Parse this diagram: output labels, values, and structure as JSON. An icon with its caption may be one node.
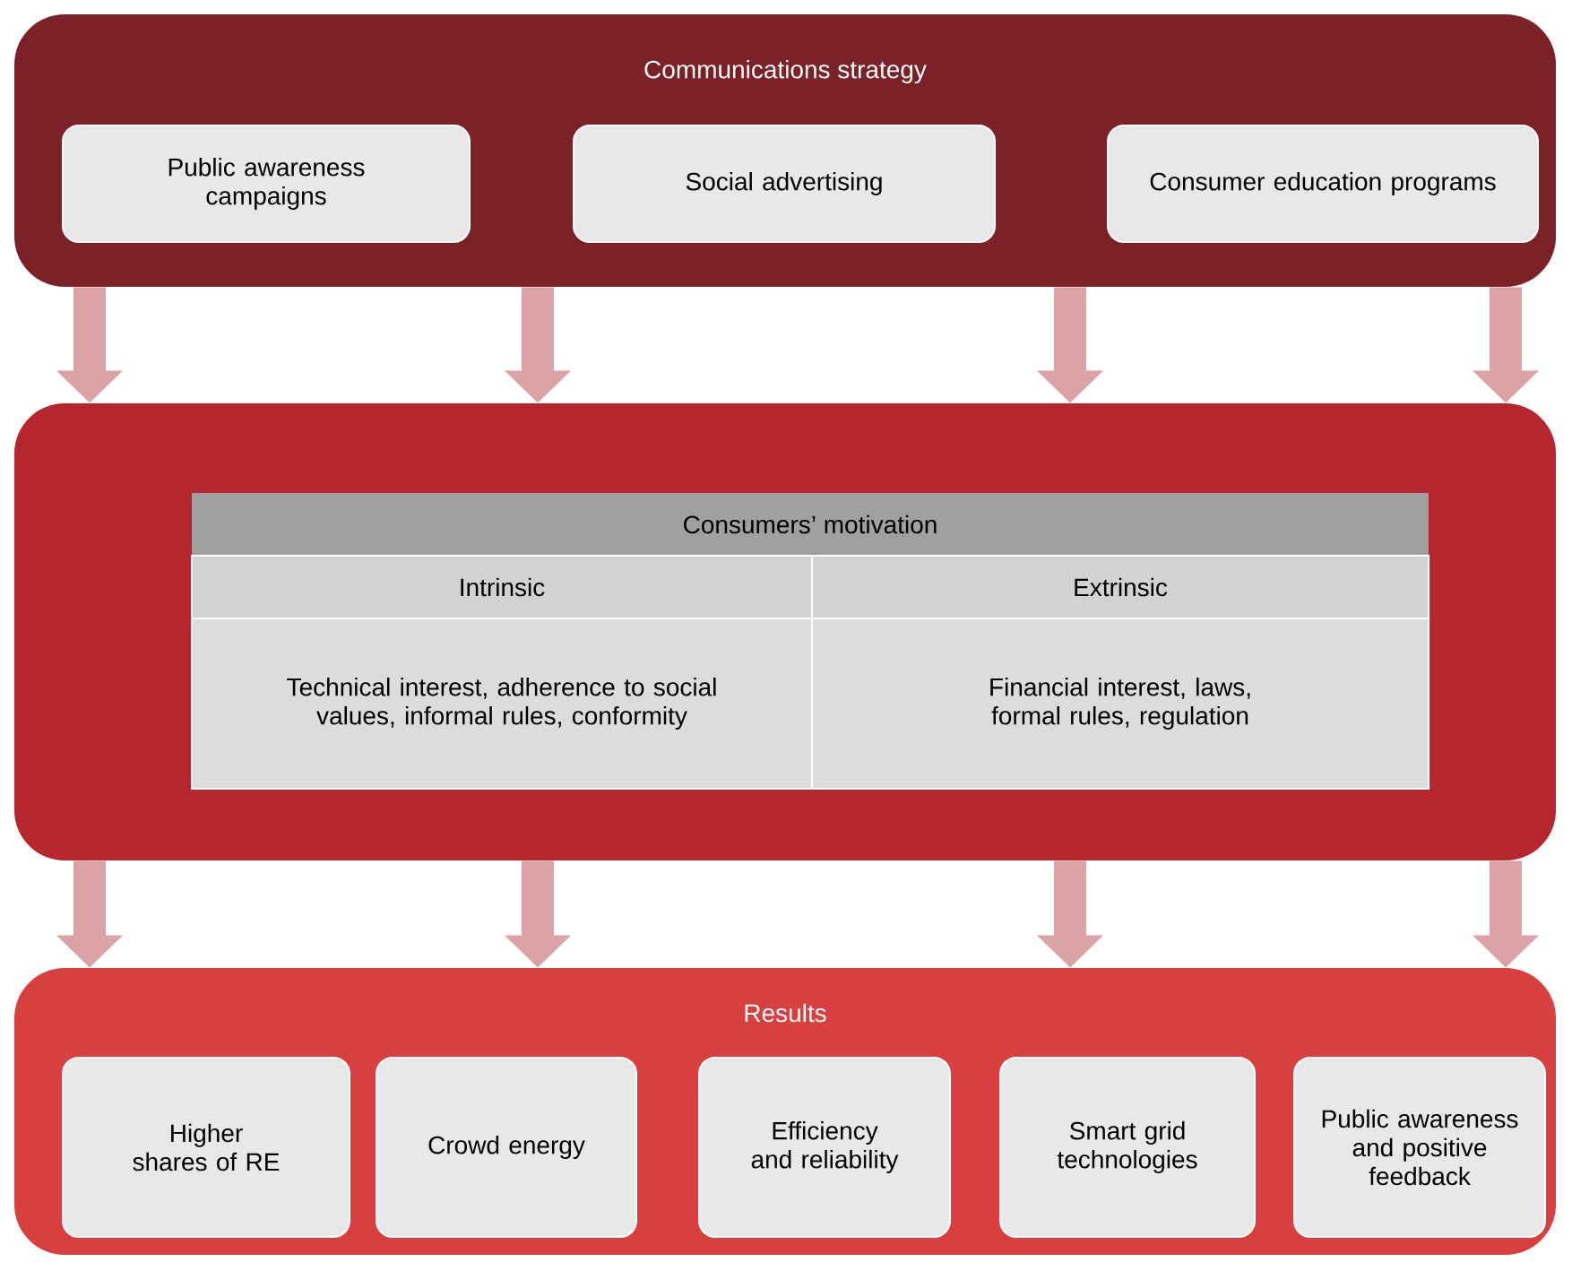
{
  "diagram": {
    "nodes": [
      {
        "text": [
          "Communications strategy"
        ]
      },
      {
        "text": [
          "Public awareness campaigns"
        ],
        "in": 0
      },
      {
        "text": [
          "Social advertising"
        ],
        "in": 0
      },
      {
        "text": [
          "Consumer education programs"
        ],
        "in": 0
      },
      {
        "text": [],
        "shape": "box"
      },
      {
        "text": [
          "Consumers’ motivation"
        ],
        "in": 4
      },
      {
        "text": [
          "Intrinsic"
        ],
        "in": 4
      },
      {
        "text": [
          "Extrinsic"
        ],
        "in": 4
      },
      {
        "text": [
          "Technical interest, adherence to social values, informal rules, conformity"
        ],
        "in": 4
      },
      {
        "text": [
          "Financial interest, laws, formal rules, regulation"
        ],
        "in": 4
      },
      {
        "text": [
          "Results"
        ]
      },
      {
        "text": [
          "Higher shares of RE"
        ],
        "in": 10
      },
      {
        "text": [
          "Crowd energy"
        ],
        "in": 10
      },
      {
        "text": [
          "Efficiency and reliability"
        ],
        "in": 10
      },
      {
        "text": [
          "Smart grid technologies"
        ],
        "in": 10
      },
      {
        "text": [
          "Public awareness and positive feedback"
        ],
        "in": 10
      }
    ],
    "edges": [
      {
        "from": 0,
        "to": 4,
        "arrow": "to"
      },
      {
        "from": 0,
        "to": 4,
        "arrow": "to"
      },
      {
        "from": 0,
        "to": 4,
        "arrow": "to"
      },
      {
        "from": 0,
        "to": 4,
        "arrow": "to"
      },
      {
        "from": 4,
        "to": 10,
        "arrow": "to"
      },
      {
        "from": 4,
        "to": 10,
        "arrow": "to"
      },
      {
        "from": 4,
        "to": 10,
        "arrow": "to"
      },
      {
        "from": 4,
        "to": 10,
        "arrow": "to"
      }
    ]
  }
}
